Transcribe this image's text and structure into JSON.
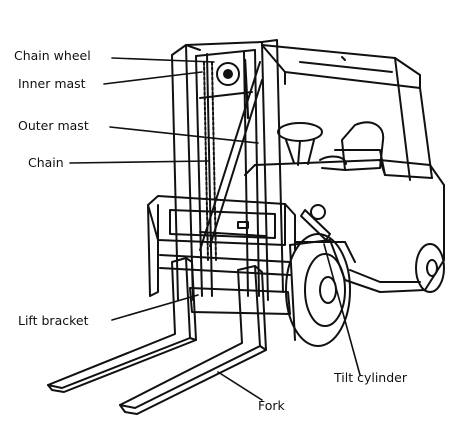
{
  "diagram": {
    "labels": {
      "chain_wheel": "Chain wheel",
      "inner_mast": "Inner mast",
      "outer_mast": "Outer mast",
      "chain": "Chain",
      "lift_bracket": "Lift bracket",
      "tilt_cylinder": "Tilt cylinder",
      "fork": "Fork"
    }
  },
  "colors": {
    "ink": "#111111",
    "background": "#ffffff"
  }
}
